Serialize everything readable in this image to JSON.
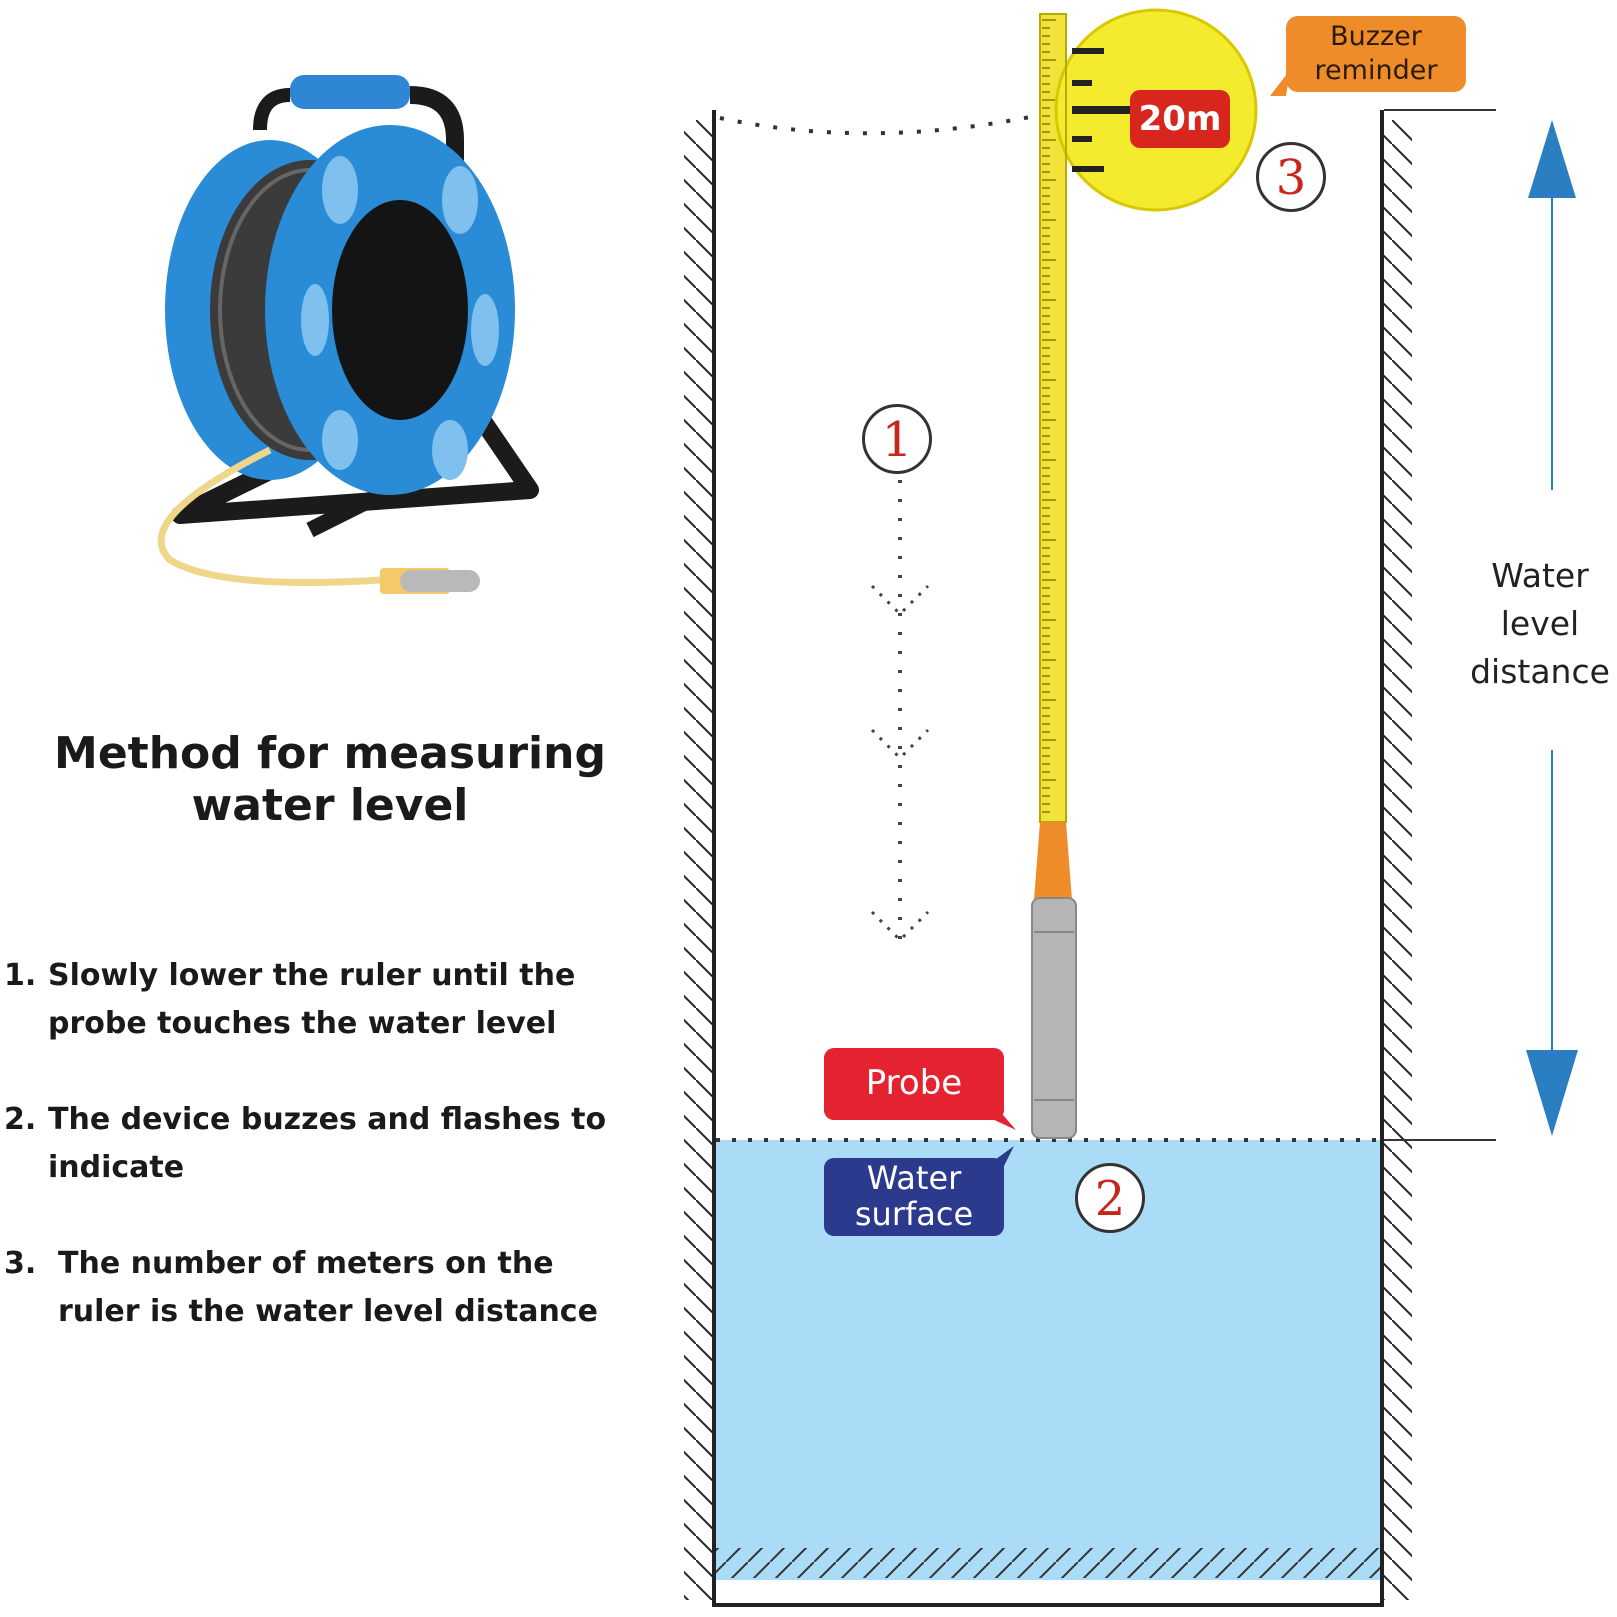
{
  "title": "Method for measuring water level",
  "steps": [
    {
      "num": "1.",
      "text": "Slowly lower the ruler until the probe touches the water level"
    },
    {
      "num": "2.",
      "text": "The device buzzes and flashes to indicate"
    },
    {
      "num": "3.",
      "text": "The number of meters on the ruler is the water level distance"
    }
  ],
  "callouts": {
    "probe": "Probe",
    "water_surface": "Water\nsurface",
    "buzzer": "Buzzer\nreminder",
    "distance": "Water\nlevel\ndistance",
    "ruler_mark": "20m"
  },
  "step_markers": [
    "1",
    "2",
    "3"
  ],
  "colors": {
    "reel_blue": "#2a8bd6",
    "water": "#aadcf7",
    "ruler_yellow": "#f2e33a",
    "arrow_blue": "#2b7fc0",
    "probe_red": "#e52330",
    "surface_navy": "#2b3a8c",
    "buzzer_orange": "#ef8c2a"
  }
}
